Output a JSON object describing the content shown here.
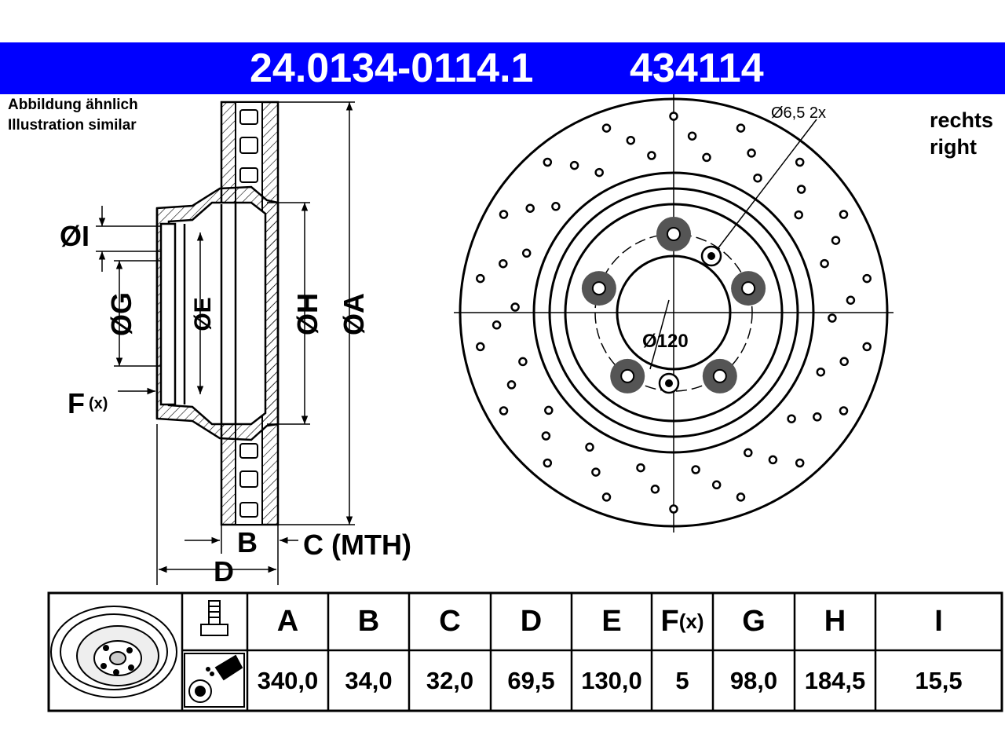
{
  "header": {
    "part_number": "24.0134-0114.1",
    "article_number": "434114"
  },
  "notes": {
    "de": "Abbildung ähnlich",
    "en": "Illustration similar"
  },
  "side": {
    "de": "rechts",
    "en": "right"
  },
  "section_labels": {
    "dia_i": "ØI",
    "dia_g": "ØG",
    "dia_e": "ØE",
    "dia_h": "ØH",
    "dia_a": "ØA",
    "f": "F",
    "f_sub": "(x)",
    "b": "B",
    "c": "C (MTH)",
    "d": "D"
  },
  "front_labels": {
    "hole": "Ø6,5 2x",
    "pcd": "Ø120"
  },
  "table": {
    "headers": [
      "A",
      "B",
      "C",
      "D",
      "E",
      "F",
      "G",
      "H",
      "I"
    ],
    "f_sub": "(x)",
    "values": [
      "340,0",
      "34,0",
      "32,0",
      "69,5",
      "130,0",
      "5",
      "98,0",
      "184,5",
      "15,5"
    ]
  }
}
